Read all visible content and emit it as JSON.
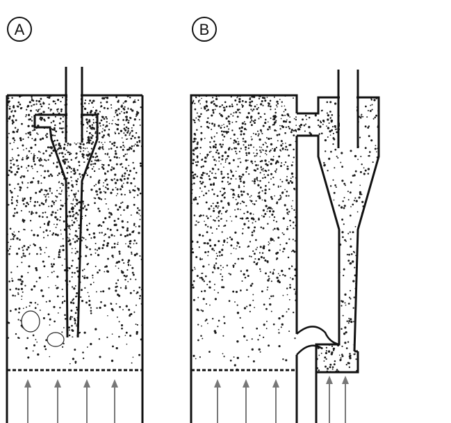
{
  "panels": [
    {
      "id": "A",
      "label": "A"
    },
    {
      "id": "B",
      "label": "B"
    }
  ],
  "colors": {
    "line": "#111111",
    "particle": "#1a1a1a",
    "arrow": "#777777",
    "background": "#ffffff"
  },
  "icons": [
    "internal-cyclone-icon",
    "external-cyclone-icon",
    "gas-flow-arrow-icon"
  ]
}
